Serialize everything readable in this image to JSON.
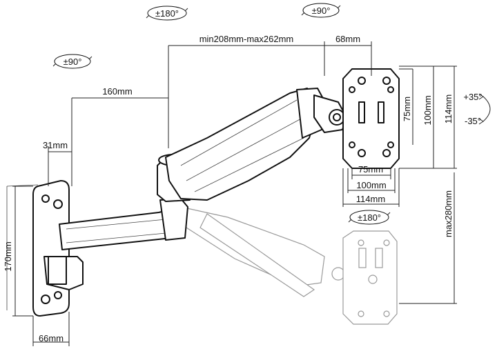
{
  "labels": {
    "rot_top_center": "±180°",
    "rot_top_right": "±90°",
    "rot_left": "±90°",
    "rot_bottom": "±180°",
    "dim_arm_length": "min208mm-max262mm",
    "dim_head_depth": "68mm",
    "dim_wall_to_arm": "160mm",
    "dim_31": "31mm",
    "dim_height_170": "170mm",
    "dim_width_66": "66mm",
    "dim_tilt_up": "+35°",
    "dim_tilt_down": "-35°",
    "vesa_75_v": "75mm",
    "vesa_100_v": "100mm",
    "vesa_114_v": "114mm",
    "vesa_75_h": "75mm",
    "vesa_100_h": "100mm",
    "vesa_114_h": "114mm",
    "max_height": "max280mm"
  }
}
